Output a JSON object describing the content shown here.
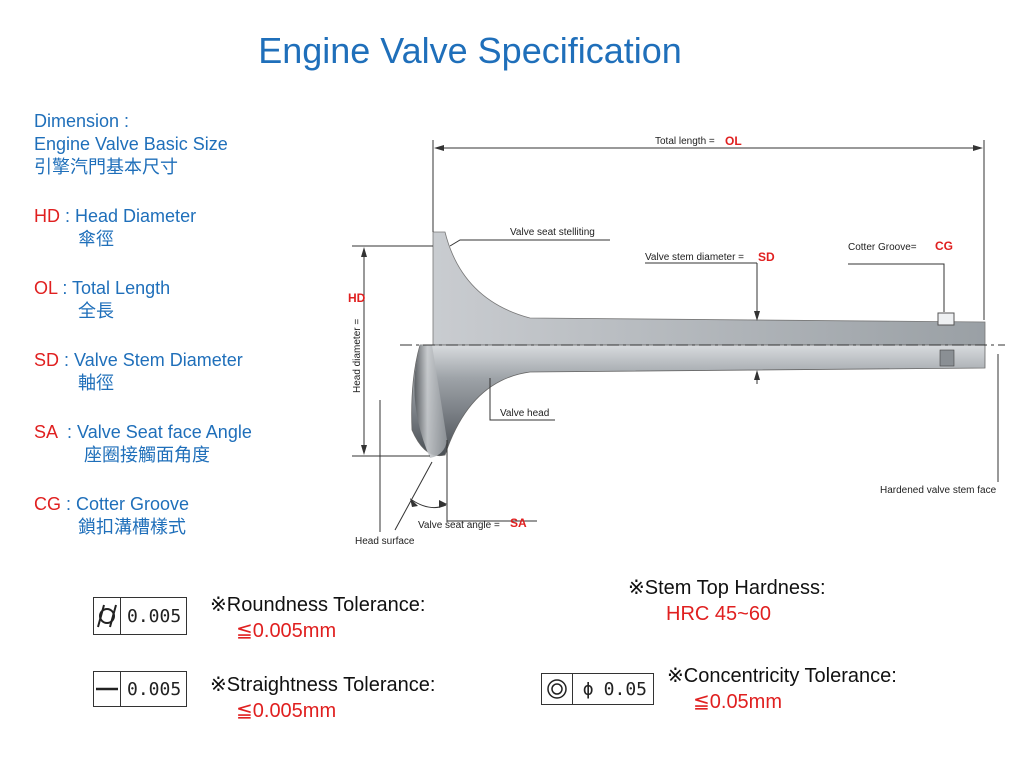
{
  "title": "Engine Valve Specification",
  "legend": {
    "heading1": "Dimension :",
    "heading2": "Engine Valve Basic Size",
    "heading3": "引擎汽門基本尺寸",
    "items": [
      {
        "code": "HD",
        "sep": " : ",
        "label": "Head Diameter",
        "zh": "傘徑"
      },
      {
        "code": "OL",
        "sep": " : ",
        "label": "Total Length",
        "zh": "全長"
      },
      {
        "code": "SD",
        "sep": " : ",
        "label": "Valve Stem Diameter",
        "zh": "軸徑"
      },
      {
        "code": "SA",
        "sep": "  : ",
        "label": "Valve Seat face Angle",
        "zh": "座圈接觸面角度"
      },
      {
        "code": "CG",
        "sep": " : ",
        "label": "Cotter Groove",
        "zh": "鎖扣溝槽樣式"
      }
    ]
  },
  "diagram": {
    "total_length_label": "Total length =",
    "total_length_code": "OL",
    "seat_stelliting": "Valve seat stelliting",
    "stem_diameter_label": "Valve stem diameter =",
    "stem_diameter_code": "SD",
    "cotter_label": "Cotter Groove=",
    "cotter_code": "CG",
    "hd_code": "HD",
    "head_diameter_label": "Head diameter =",
    "valve_head": "Valve head",
    "hardened_face": "Hardened valve stem face",
    "seat_angle_label": "Valve seat angle =",
    "seat_angle_code": "SA",
    "head_surface": "Head surface"
  },
  "tolerances": {
    "roundness": {
      "title": "※Roundness Tolerance:",
      "value": "≦0.005mm",
      "box": "0.005"
    },
    "straightness": {
      "title": "※Straightness Tolerance:",
      "value": "≦0.005mm",
      "box": "0.005"
    },
    "hardness": {
      "title": "※Stem Top Hardness:",
      "value": "HRC 45~60"
    },
    "concentricity": {
      "title": "※Concentricity Tolerance:",
      "value": "≦0.05mm",
      "box": "0.05",
      "phi": "ϕ"
    }
  },
  "colors": {
    "blue": "#1f6fba",
    "red": "#e02020"
  }
}
